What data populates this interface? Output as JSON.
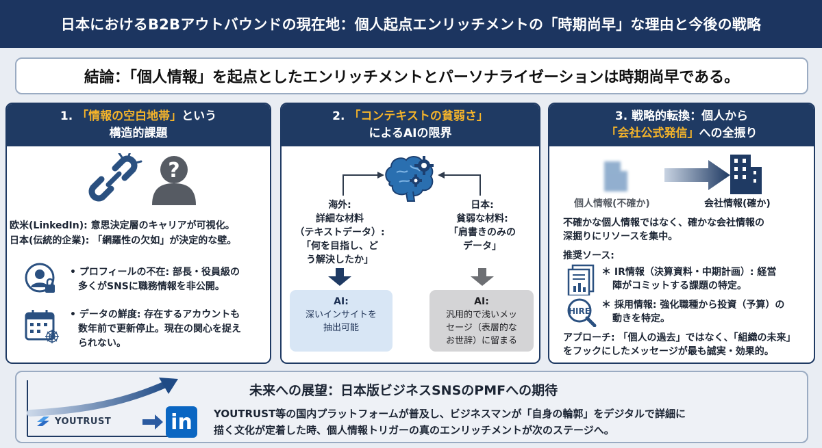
{
  "header": {
    "title": "日本におけるB2Bアウトバウンドの現在地：個人起点エンリッチメントの「時期尚早」な理由と今後の戦略"
  },
  "conclusion": {
    "text": "結論：「個人情報」を起点としたエンリッチメントとパーソナライゼーションは時期尚早である。"
  },
  "panel1": {
    "title_num": "1. ",
    "title_hl": "「情報の空白地帯」",
    "title_rest": "という",
    "title_line2": "構造的課題",
    "line1": "欧米(LinkedIn): 意思決定層のキャリアが可視化。",
    "line2": "日本(伝統的企業): 「網羅性の欠如」が決定的な壁。",
    "bullet1_l1": "• プロフィールの不在: 部長・役員級の",
    "bullet1_l2": "多くがSNSに職務情報を非公開。",
    "bullet2_l1": "• データの鮮度: 存在するアカウントも",
    "bullet2_l2": "数年前で更新停止。現在の関心を捉え",
    "bullet2_l3": "られない。"
  },
  "panel2": {
    "title_num": "2. ",
    "title_hl": "「コンテキストの貧弱さ」",
    "title_line2": "によるAIの限界",
    "left_head": "海外:",
    "left_l1": "詳細な材料",
    "left_l2": "（テキストデータ）:",
    "left_l3": "「何を目指し、ど",
    "left_l4": "う解決したか」",
    "right_head": "日本:",
    "right_l1": "貧弱な材料:",
    "right_l2": "「肩書きのみの",
    "right_l3": "データ」",
    "good_head": "AI:",
    "good_l1": "深いインサイトを",
    "good_l2": "抽出可能",
    "bad_head": "AI:",
    "bad_l1": "汎用的で浅いメッ",
    "bad_l2": "セージ（表層的な",
    "bad_l3": "お世辞）に留まる"
  },
  "panel3": {
    "title_line1": "3. 戦略的転換：個人から",
    "title_hl": "「会社公式発信」",
    "title_rest": "への全振り",
    "from_label": "個人情報(不確か)",
    "to_label": "会社情報(確か)",
    "summary_l1": "不確かな個人情報ではなく、確かな会社情報の",
    "summary_l2": "深掘りにリソースを集中。",
    "sources_label": "推奨ソース:",
    "src1_l1": "＊ IR情報（決算資料・中期計画）: 経営",
    "src1_l2": "陣がコミットする課題の特定。",
    "src2_l1": "＊ 採用情報: 強化職種から投資（予算）の",
    "src2_l2": "動きを特定。",
    "approach_l1": "アプローチ: 「個人の過去」ではなく、「組織の未来」",
    "approach_l2": "をフックにしたメッセージが最も誠実・効果的。",
    "hire_icon_text": "HIRE"
  },
  "bottom": {
    "title": "未来への展望：日本版ビジネスSNSのPMFへの期待",
    "line1": "YOUTRUST等の国内プラットフォームが普及し、ビジネスマンが「自身の輪郭」をデジタルで詳細に",
    "line2": "描く文化が定着した時、個人情報トリガーの真のエンリッチメントが次のステージへ。",
    "youtrust_label": "YOUTRUST",
    "linkedin_label": "in"
  },
  "colors": {
    "navy": "#1f3a63",
    "gold": "#f5b42a",
    "light_blue": "#d8e6f5",
    "gray": "#d4d4d6"
  }
}
